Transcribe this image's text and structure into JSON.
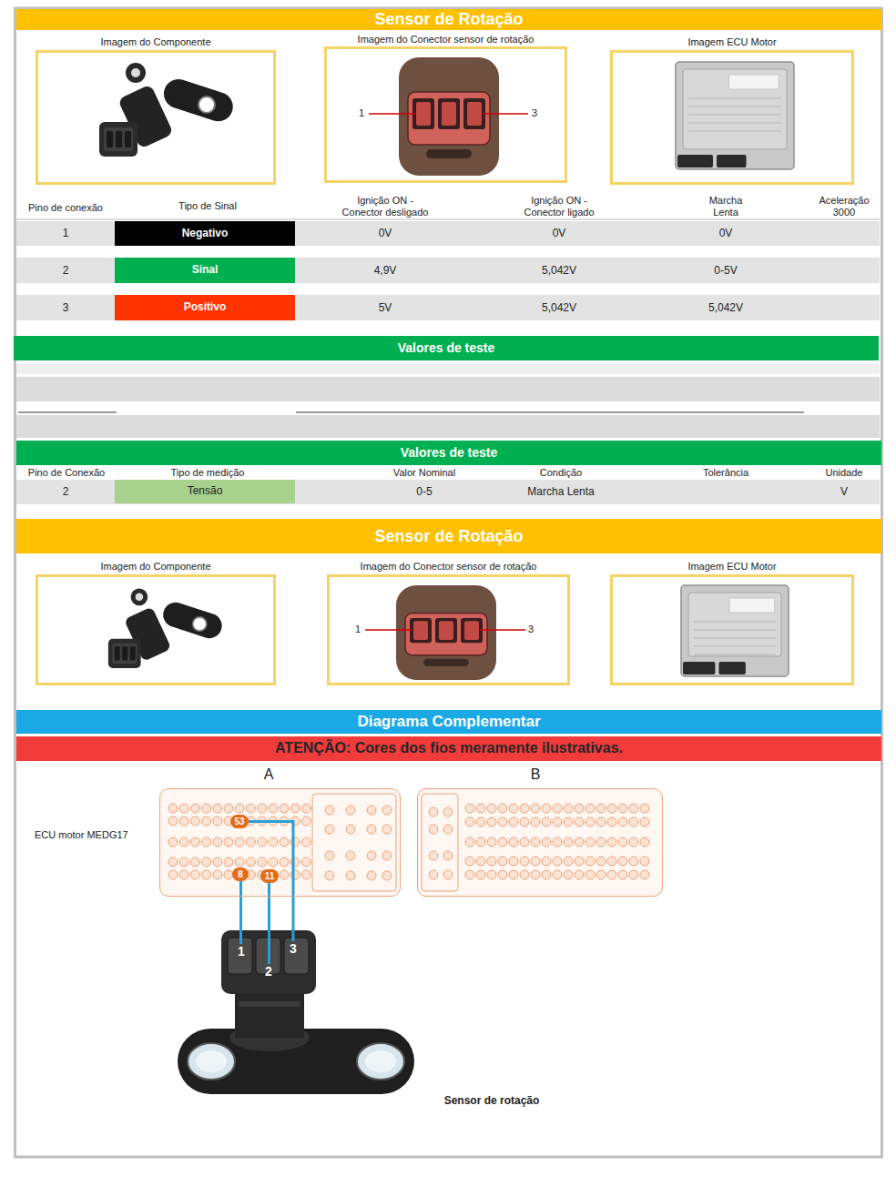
{
  "diagram": {
    "nodes": [
      {
        "text": [
          "Sensor de Rotação"
        ]
      },
      {
        "text": [
          "Imagem do Componente"
        ]
      },
      {
        "text": [
          "Imagem do Conector sensor de rotação"
        ]
      },
      {
        "text": [
          "Imagem ECU Motor"
        ]
      },
      {
        "text": [
          "Negativo"
        ]
      },
      {
        "text": [
          "Sinal"
        ]
      },
      {
        "text": [
          "Positivo"
        ]
      },
      {
        "text": [
          "Valores de teste"
        ]
      },
      {
        "text": [
          "Valores de teste"
        ]
      },
      {
        "text": [
          "Tensão"
        ]
      },
      {
        "text": [
          "Sensor de Rotação"
        ]
      },
      {
        "text": [
          "Imagem do Componente"
        ]
      },
      {
        "text": [
          "Imagem do Conector sensor de rotação"
        ]
      },
      {
        "text": [
          "Imagem ECU Motor"
        ]
      },
      {
        "text": [
          "Diagrama Complementar"
        ]
      },
      {
        "text": [
          "ATENÇÃO: Cores dos fios meramente ilustrativas."
        ]
      },
      {
        "text": [
          "A"
        ]
      },
      {
        "text": [
          "53"
        ],
        "in": 16
      },
      {
        "text": [
          "8"
        ],
        "in": 16
      },
      {
        "text": [
          "11"
        ],
        "in": 16
      },
      {
        "text": [
          "B"
        ]
      },
      {
        "text": [
          "1"
        ]
      },
      {
        "text": [
          "2"
        ]
      },
      {
        "text": [
          "3"
        ]
      }
    ],
    "edges": [
      {
        "from": 18,
        "to": 21,
        "arrow": "none"
      },
      {
        "from": 19,
        "to": 22,
        "arrow": "none"
      },
      {
        "from": 17,
        "to": 23,
        "arrow": "none"
      }
    ],
    "labels": [
      "Pino de conexão",
      "Tipo de Sinal",
      "Ignição ON - Conector desligado",
      "Ignição ON - Conector ligado",
      "Marcha Lenta",
      "Aceleração 3000",
      "1",
      "0V",
      "0V",
      "0V",
      "2",
      "4,9V",
      "5,042V",
      "0-5V",
      "3",
      "5V",
      "5,042V",
      "5,042V",
      "Pino de Conexão",
      "Tipo de medição",
      "Valor Nominal",
      "Condição",
      "Tolerância",
      "Unidade",
      "2",
      "0-5",
      "Marcha Lenta",
      "V",
      "1",
      "3",
      "1",
      "3",
      "ECU motor MEDG17",
      "Sensor de rotação"
    ]
  }
}
